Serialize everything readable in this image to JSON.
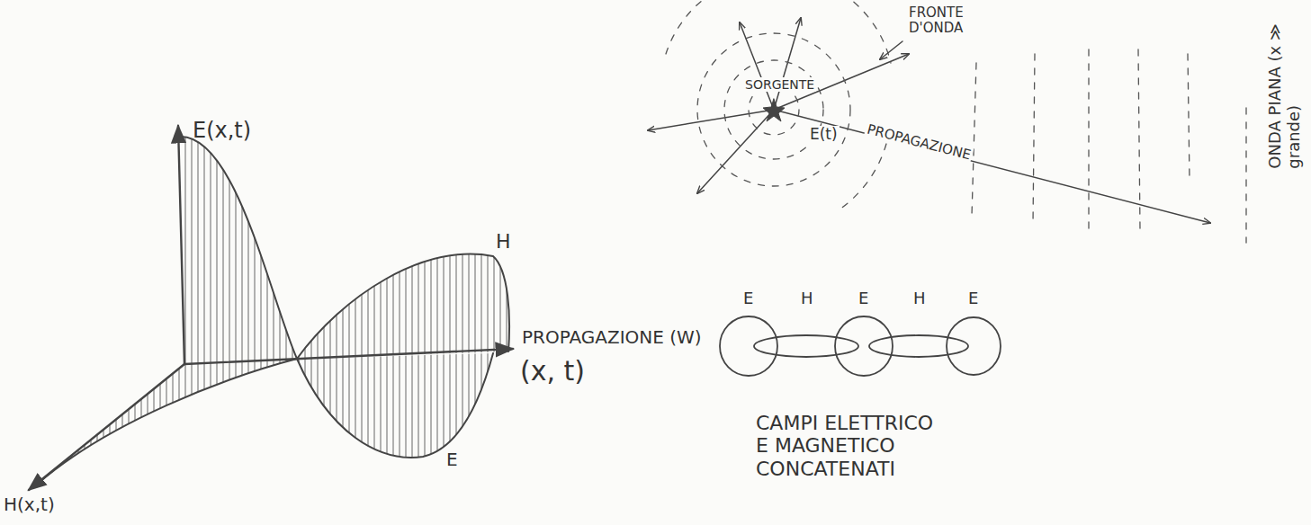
{
  "diagram": {
    "labels": [
      "E(x,t)",
      "H",
      "PROPAGAZIONE (W)",
      "(x, t)",
      "H(x,t)",
      "E",
      "FRONTE D'ONDA",
      "SORGENTE",
      "E(t)",
      "PROPAGAZIONE",
      "ONDA PIANA (x ≫ grande)",
      "E",
      "H",
      "E",
      "H",
      "E",
      "CAMPI ELETTRICO E MAGNETICO CONCATENATI"
    ]
  }
}
